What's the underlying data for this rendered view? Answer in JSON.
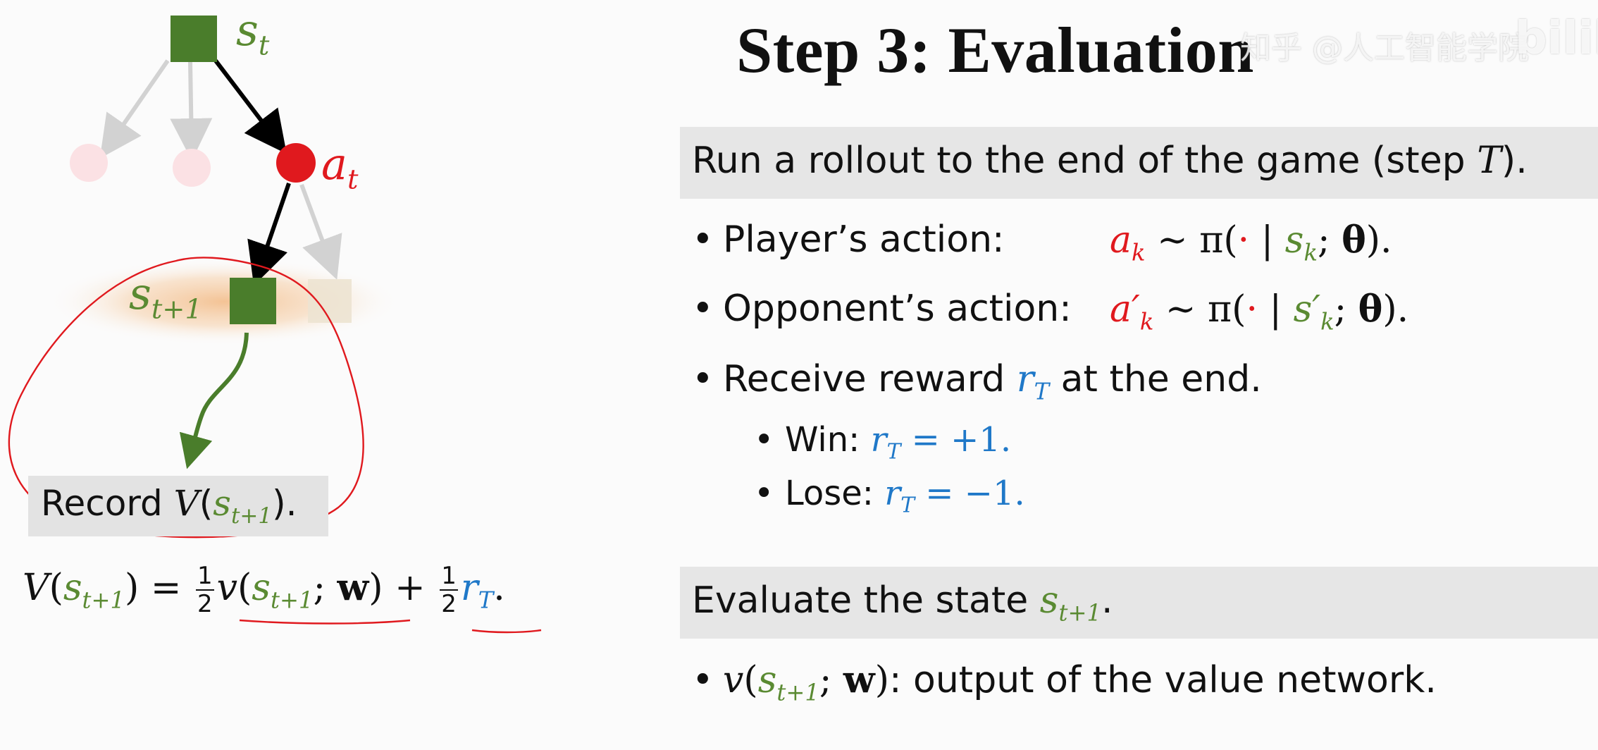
{
  "title": "Step 3: Evaluation",
  "watermark": "知乎 @人工智能学院",
  "watermark_logo": "bilibili",
  "tree": {
    "root_state": {
      "base": "s",
      "sub": "t"
    },
    "action": {
      "base": "a",
      "sub": "t"
    },
    "next_state": {
      "base": "s",
      "sub": "t+1"
    }
  },
  "record": {
    "prefix": "Record",
    "V": "V",
    "arg_base": "s",
    "arg_sub": "t+1",
    "suffix": ")."
  },
  "formula": {
    "lhs": "V",
    "lhs_arg": "s",
    "lhs_sub": "t+1",
    "eq": " = ",
    "half_num": "1",
    "half_den": "2",
    "v": "v",
    "v_arg": "s",
    "v_sub": "t+1",
    "w": "w",
    "plus": " + ",
    "r": "r",
    "r_sub": "T",
    "end": "."
  },
  "section1": {
    "text": "Run a rollout to the end of the game (step ",
    "T": "T",
    "end": ")."
  },
  "bullets": {
    "player_label": "Player’s action:",
    "opponent_label": "Opponent’s action:",
    "receive_prefix": "Receive reward ",
    "receive_suffix": " at the end.",
    "win_label": "Win:",
    "win_value": " = +1.",
    "lose_label": "Lose:",
    "lose_value": " = −1."
  },
  "section2": {
    "text": "Evaluate the state ",
    "base": "s",
    "sub": "t+1",
    "end": "."
  },
  "value_bullet": {
    "v": "v",
    "base": "s",
    "sub": "t+1",
    "w": "w",
    "text": ":  output of the value network."
  },
  "colors": {
    "green": "#4a7d2b",
    "red": "#e0191e",
    "blue": "#1f78c8",
    "band": "#e6e6e6"
  }
}
